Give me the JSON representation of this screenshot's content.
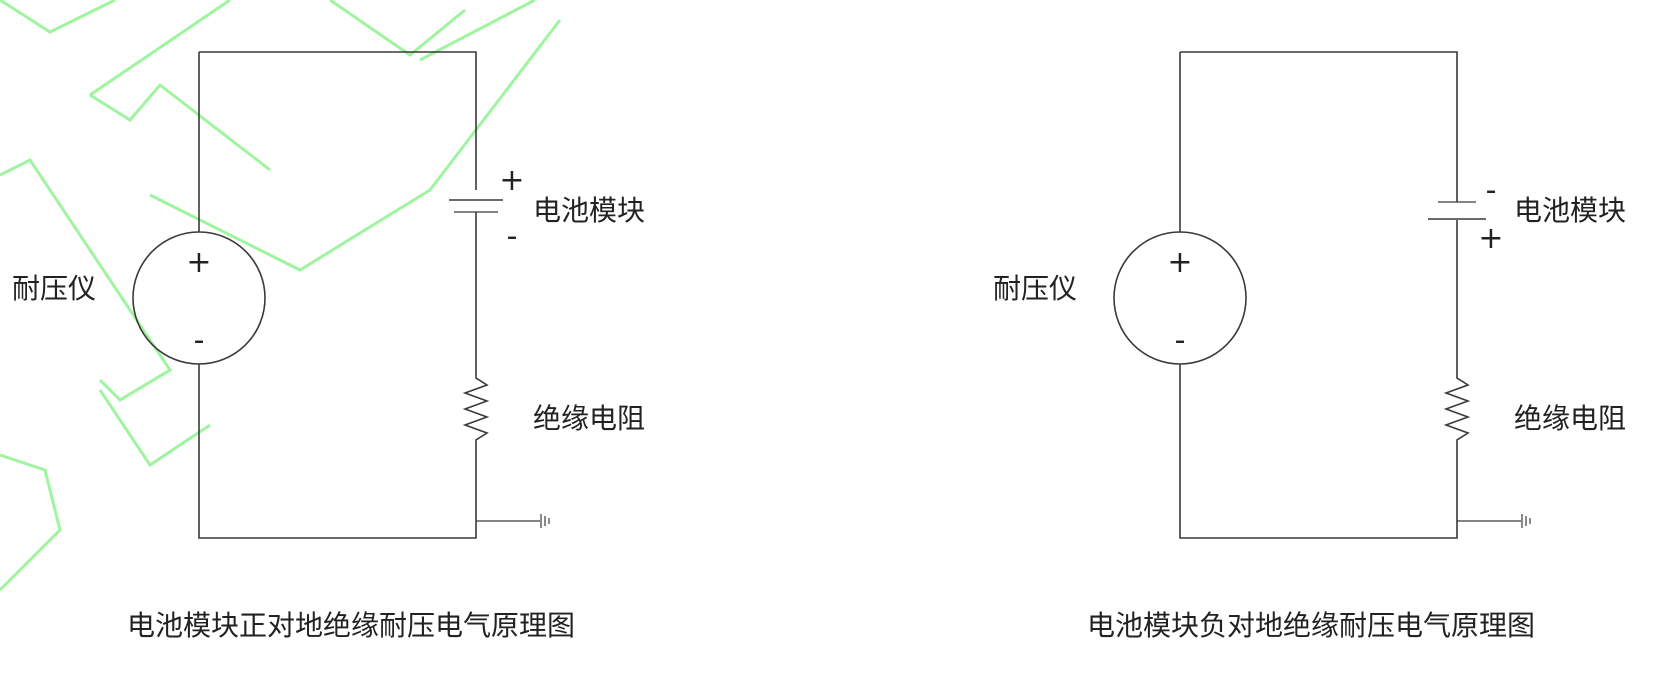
{
  "diagrams": [
    {
      "meter_label": "耐压仪",
      "meter_plus": "+",
      "meter_minus": "-",
      "battery_label": "电池模块",
      "battery_top_sign": "+",
      "battery_bottom_sign": "-",
      "resistor_label": "绝缘电阻",
      "caption": "电池模块正对地绝缘耐压电气原理图"
    },
    {
      "meter_label": "耐压仪",
      "meter_plus": "+",
      "meter_minus": "-",
      "battery_label": "电池模块",
      "battery_top_sign": "-",
      "battery_bottom_sign": "+",
      "resistor_label": "绝缘电阻",
      "caption": "电池模块负对地绝缘耐压电气原理图"
    }
  ],
  "colors": {
    "wire": "#3a3a3a",
    "text": "#222222",
    "watermark": "#8ef28e",
    "background": "#ffffff"
  }
}
